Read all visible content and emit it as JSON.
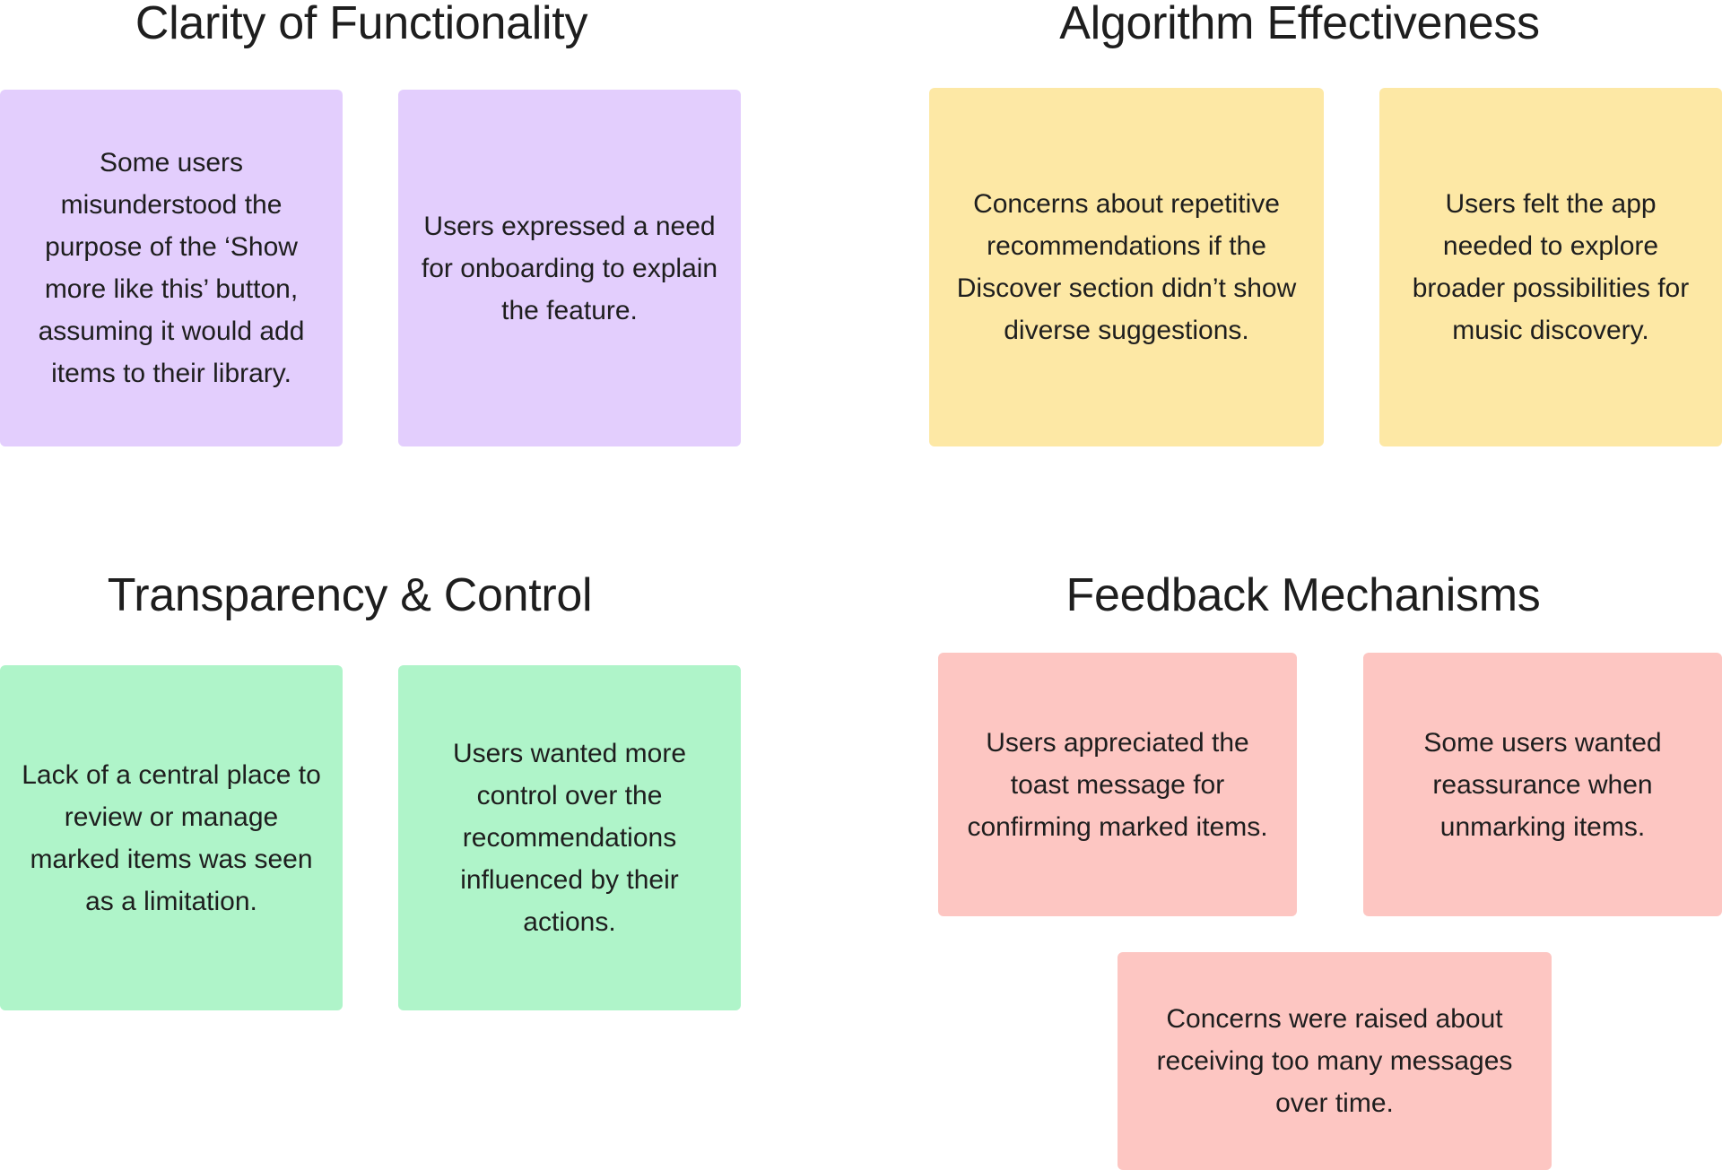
{
  "colors": {
    "purple": "#e3cefd",
    "yellow": "#fde8a5",
    "green": "#aff4c9",
    "red": "#fdc6c2",
    "text": "#1e1e1e"
  },
  "sections": {
    "clarity": {
      "title": "Clarity of Functionality",
      "notes": [
        "Some users misunderstood the purpose of the ‘Show more like this’ button, assuming it would add items to their library.",
        "Users expressed a need for onboarding to explain the feature."
      ]
    },
    "algorithm": {
      "title": "Algorithm Effectiveness",
      "notes": [
        "Concerns about repetitive recommendations if the Discover section didn’t show diverse suggestions.",
        "Users felt the app needed to explore broader possibilities for music discovery."
      ]
    },
    "transparency": {
      "title": "Transparency & Control",
      "notes": [
        "Lack of a central place to review or manage marked items was seen as a limitation.",
        "Users wanted more control over the recommendations influenced by their actions."
      ]
    },
    "feedback": {
      "title": "Feedback Mechanisms",
      "notes": [
        "Users appreciated the toast message for confirming marked items.",
        "Some users wanted reassurance when unmarking items.",
        "Concerns were raised about receiving too many messages over time."
      ]
    }
  }
}
